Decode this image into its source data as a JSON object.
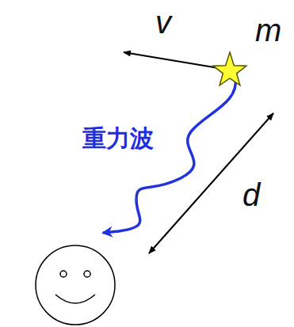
{
  "diagram": {
    "labels": [
      "v",
      "m",
      "重力波",
      "d"
    ]
  }
}
